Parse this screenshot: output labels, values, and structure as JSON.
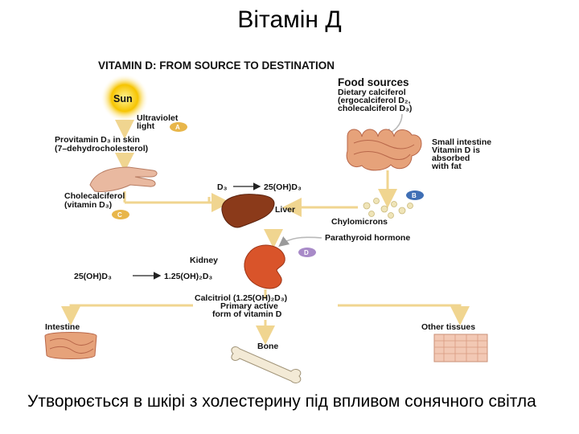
{
  "slide": {
    "title": "Вітамін Д",
    "caption": "Утворюється в шкірі з холестерину під впливом сонячного світла"
  },
  "diagram": {
    "heading": "VITAMIN D: FROM SOURCE TO DESTINATION",
    "sun": "Sun",
    "uv_line1": "Ultraviolet",
    "uv_line2": "light",
    "provitamin_line1": "Provitamin D₃ in skin",
    "provitamin_line2": "(7–dehydrocholesterol)",
    "food_title": "Food sources",
    "food_line1": "Dietary calciferol",
    "food_line2": "(ergocalciferol D₂,",
    "food_line3": "cholecalciferol D₃)",
    "intestine_small_line1": "Small intestine",
    "intestine_small_line2": "Vitamin D is",
    "intestine_small_line3": "absorbed",
    "intestine_small_line4": "with fat",
    "chole_line1": "Cholecalciferol",
    "chole_line2": "(vitamin D₃)",
    "d3": "D₃",
    "oh_d3": "25(OH)D₃",
    "liver": "Liver",
    "chylomicrons": "Chylomicrons",
    "parathyroid": "Parathyroid hormone",
    "kidney": "Kidney",
    "conversion_left": "25(OH)D₃",
    "conversion_right": "1.25(OH)₂D₃",
    "calcitriol_line1": "Calcitriol (1.25(OH)₂D₃)",
    "calcitriol_line2": "Primary active",
    "calcitriol_line3": "form of vitamin D",
    "intestine": "Intestine",
    "bone": "Bone",
    "other_tissues": "Other tissues",
    "badge_a": "A",
    "badge_b": "B",
    "badge_c": "C",
    "badge_d": "D"
  },
  "colors": {
    "arrow": "#f0d590",
    "sun": "#f6c400",
    "liver": "#8b3a1a",
    "kidney": "#d9542a",
    "intestine": "#e6a27a",
    "badge": "#e8b64a",
    "badge_purple": "#a88ac8",
    "badge_blue": "#3f6fb5"
  }
}
